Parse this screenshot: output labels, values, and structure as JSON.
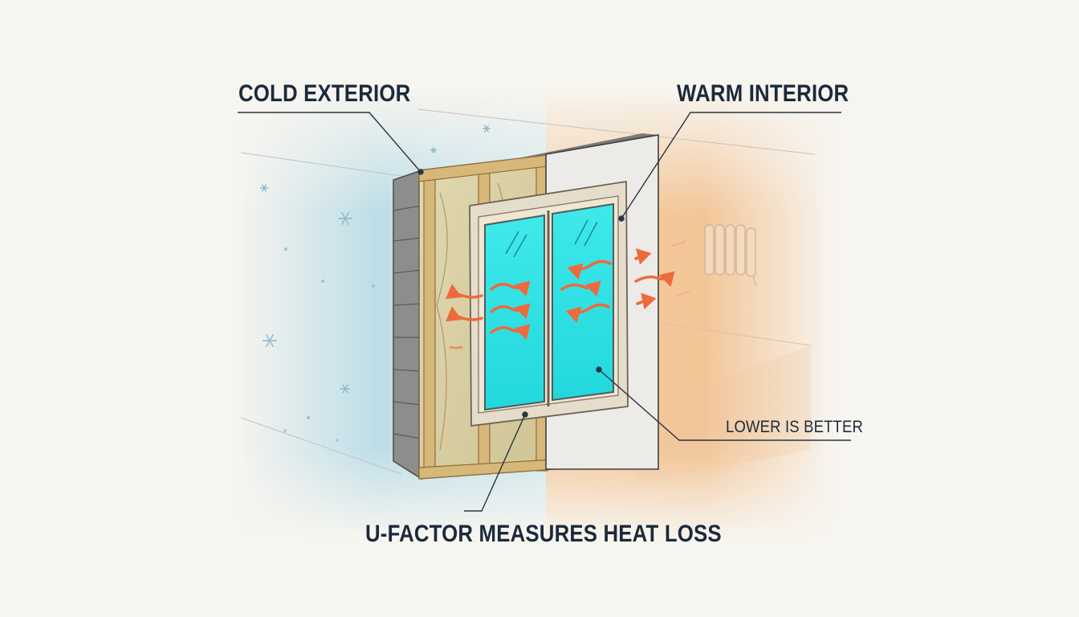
{
  "labels": {
    "cold_exterior": "COLD EXTERIOR",
    "warm_interior": "WARM INTERIOR",
    "lower_is_better": "LOWER IS BETTER",
    "u_factor": "U-FACTOR MEASURES HEAT LOSS"
  },
  "colors": {
    "label_text": "#1b2a3b",
    "cold_tint": "#a9d6e4",
    "warm_tint": "#f2b67a",
    "glass": "#33e6e6",
    "heat_arrow": "#ee6a3c",
    "frame": "#e6dccb",
    "insulation": "#d9cfa4",
    "stud": "#d8b878",
    "siding": "#8a8a88"
  },
  "icons": [
    "snowflake-icon",
    "radiator-icon",
    "heat-arrow-icon"
  ]
}
